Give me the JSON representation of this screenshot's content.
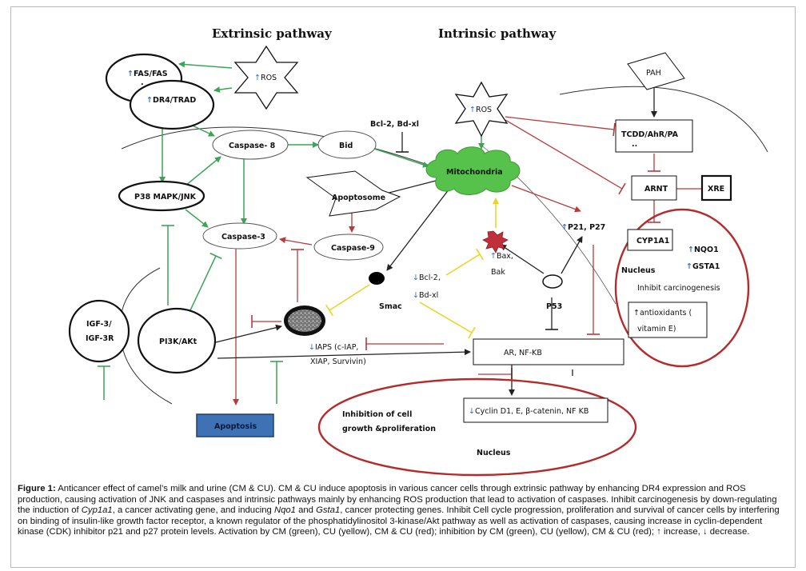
{
  "headings": {
    "extrinsic": "Extrinsic pathway",
    "intrinsic": "Intrinsic pathway"
  },
  "nodes": {
    "fas": "FAS/FAS",
    "fas_dot": ".",
    "dr4": "DR4/TRAD",
    "ros_ext": "ROS",
    "caspase8": "Caspase- 8",
    "bid": "Bid",
    "bcl2_bdxl_top": "Bcl-2, Bd-xl",
    "ros_int": "ROS",
    "mitochondria": "Mitochondria",
    "apoptosome": "Apoptosome",
    "p38": "P38 MAPK/JNK",
    "caspase3": "Caspase-3",
    "caspase9": "Caspase-9",
    "pah": "PAH",
    "tcdd": "TCDD/AhR/PA",
    "tcdd_dots": "..",
    "arnt": "ARNT",
    "xre": "XRE",
    "p21p27": "P21, P27",
    "cyp1a1": "CYP1A1",
    "nqo1": "NQO1",
    "gsta1": "GSTA1",
    "nucleus_right": "Nucleus",
    "inhibit_carcinogenesis": "Inhibit carcinogenesis",
    "antioxidants_1": "antioxidants (",
    "antioxidants_2": "vitamin E)",
    "bax": "Bax,",
    "bak": "Bak",
    "bcl2_mid": "Bcl-2,",
    "bdxl_mid": "Bd-xl",
    "smac": "Smac",
    "p53": "P53",
    "igf_1": "IGF-3/",
    "igf_2": "IGF-3R",
    "pi3k": "PI3K/AKt",
    "iaps_1": "IAPS (c-IAP,",
    "iaps_2": "XIAP, Survivin)",
    "ar_nfkb": "AR, NF-KB",
    "cyclin": "Cyclin D1, E, β-catenin, NF KB",
    "inhibition_1": "Inhibition of cell",
    "inhibition_2": "growth &proliferation",
    "nucleus_bottom": "Nucleus",
    "apoptosis": "Apoptosis"
  },
  "symbols": {
    "up": "↑",
    "down": "↓"
  },
  "colors": {
    "green": "#3aa655",
    "red": "#b83a3a",
    "yellow": "#f2e23a",
    "black": "#222222",
    "nucleus_ring": "#b52b2b",
    "apoptosis_fill": "#3f72b5",
    "ros_hex": "#3f72b5"
  },
  "caption": {
    "label": "Figure 1:",
    "p1": " Anticancer effect of camel’s milk and urine (CM & CU). CM & CU induce apoptosis in various cancer cells through extrinsic pathway by enhancing DR4 expression and ROS production, causing activation of JNK and caspases and intrinsic pathways mainly by enhancing ROS production that lead to activation of caspases. Inhibit carcinogenesis by down-regulating the induction of ",
    "i1": "Cyp1a1",
    "p2": ", a cancer activating gene, and inducing ",
    "i2": "Nqo1",
    "p3": " and ",
    "i3": "Gsta1",
    "p4": ", cancer protecting genes. Inhibit Cell cycle progression, proliferation and survival of cancer cells by interfering on binding of insulin-like growth factor receptor, a known regulator of the phosphatidylinositol 3-kinase/Akt pathway as well as activation of caspases, causing increase in cyclin-dependent kinase (CDK) inhibitor p21 and p27 protein levels. Activation by CM (green), CU (yellow), CM & CU (red); inhibition by CM (green), CU (yellow), CM & CU (red); ↑ increase, ↓ decrease."
  }
}
